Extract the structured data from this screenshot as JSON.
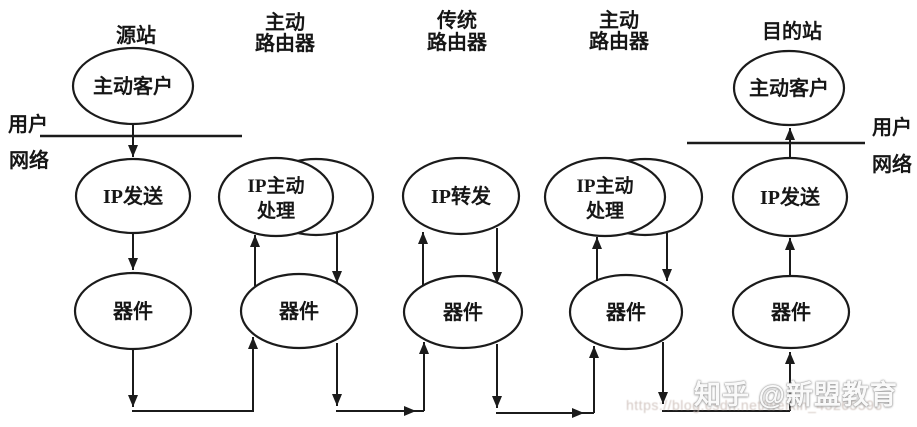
{
  "diagram": {
    "title_hint": "active network architecture diagram",
    "colors": {
      "ink": "#1b1b1b",
      "background": "#ffffff"
    },
    "top_labels": {
      "source_station": "源站",
      "active_router_left": {
        "line1": "主动",
        "line2": "路由器"
      },
      "traditional_router": {
        "line1": "传统",
        "line2": "路由器"
      },
      "active_router_right": {
        "line1": "主动",
        "line2": "路由器"
      },
      "destination_station": "目的站"
    },
    "boundary_labels": {
      "left": {
        "user": "用户",
        "network": "网络"
      },
      "right": {
        "user": "用户",
        "network": "网络"
      }
    },
    "nodes": {
      "source_active_client": "主动客户",
      "dest_active_client": "主动客户",
      "ip_send_left": "IP发送",
      "ip_active_process_left": {
        "line1": "IP主动",
        "line2": "处理"
      },
      "ip_forward": "IP转发",
      "ip_active_process_right": {
        "line1": "IP主动",
        "line2": "处理"
      },
      "ip_send_right": "IP发送",
      "device_1": "器件",
      "device_2": "器件",
      "device_3": "器件",
      "device_4": "器件",
      "device_5": "器件"
    }
  },
  "watermark": {
    "brand": "知乎 @新盟教育",
    "url": "https://blog.csdn.net/weixin_43265596"
  }
}
